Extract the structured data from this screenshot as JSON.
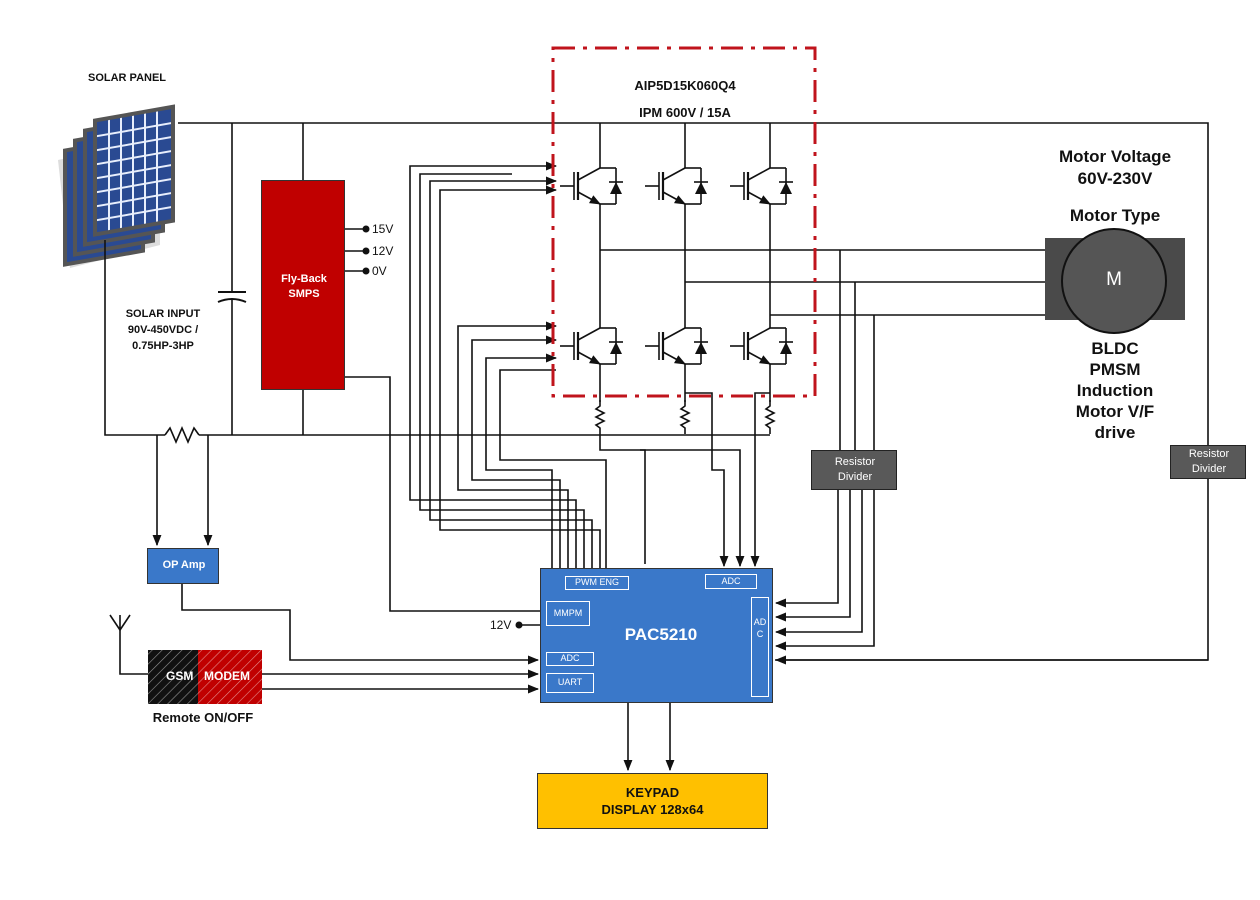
{
  "solar_panel": {
    "label": "SOLAR PANEL"
  },
  "solar_input": {
    "line1": "SOLAR INPUT",
    "line2": "90V-450VDC /",
    "line3": "0.75HP-3HP"
  },
  "ipm": {
    "part": "AIP5D15K060Q4",
    "rating": "IPM 600V / 15A"
  },
  "smps": {
    "line1": "Fly-Back",
    "line2": "SMPS",
    "rails": [
      "15V",
      "12V",
      "0V"
    ]
  },
  "motor": {
    "voltage_line1": "Motor Voltage",
    "voltage_line2": "60V-230V",
    "type_title": "Motor Type",
    "symbol": "M",
    "types": [
      "BLDC",
      "PMSM",
      "Induction",
      "Motor V/F",
      "drive"
    ]
  },
  "resistor_divider_1": {
    "line1": "Resistor",
    "line2": "Divider"
  },
  "resistor_divider_2": {
    "line1": "Resistor",
    "line2": "Divider"
  },
  "op_amp": {
    "label": "OP Amp"
  },
  "gsm_modem": {
    "gsm": "GSM",
    "modem": "MODEM",
    "caption": "Remote ON/OFF"
  },
  "controller": {
    "name": "PAC5210",
    "pwm": "PWM  ENG",
    "adc_top": "ADC",
    "mmpm": "MMPM",
    "adc_left": "ADC",
    "uart": "UART",
    "adc_right": "ADC",
    "supply": "12V"
  },
  "keypad": {
    "line1": "KEYPAD",
    "line2": "DISPLAY 128x64"
  },
  "colors": {
    "ipm_border": "#c0141c",
    "smps_fill": "#c00000",
    "controller_fill": "#3a78c9",
    "keypad_fill": "#ffc000",
    "motor_fill": "#4a4a4a",
    "divider_fill": "#595959",
    "gsm_fill": "#111111",
    "modem_fill": "#c00000"
  }
}
